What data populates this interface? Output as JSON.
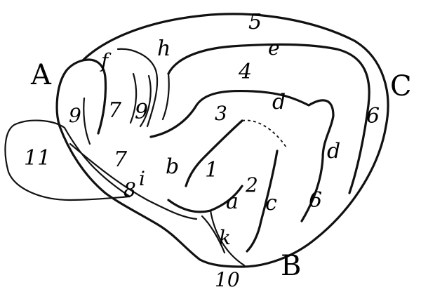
{
  "diagram": {
    "region_labels": {
      "A": "A",
      "B": "B",
      "C": "C"
    },
    "numbered_labels": {
      "n1": "1",
      "n2": "2",
      "n3": "3",
      "n4": "4",
      "n5": "5",
      "n6a": "6",
      "n6b": "6",
      "n7a": "7",
      "n7b": "7",
      "n8": "8",
      "n9a": "9",
      "n9b": "9",
      "n10": "10",
      "n11": "11"
    },
    "letter_labels": {
      "a": "a",
      "b": "b",
      "c": "c",
      "d1": "d",
      "d2": "d",
      "e": "e",
      "f": "f",
      "h": "h",
      "i": "i",
      "k": "k"
    }
  }
}
